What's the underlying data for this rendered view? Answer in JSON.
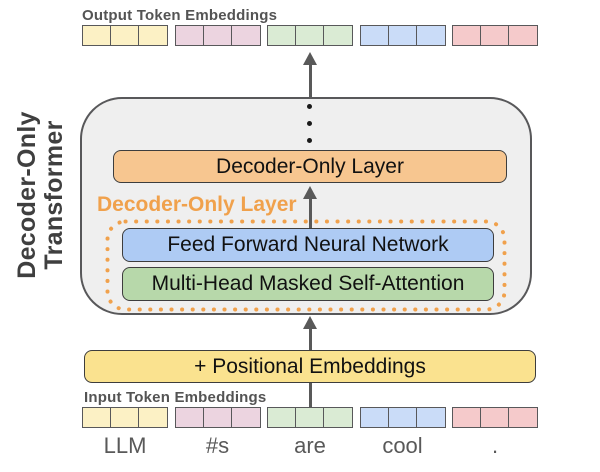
{
  "side_title": {
    "line1": "Decoder-Only",
    "line2": "Transformer"
  },
  "output_row": {
    "label": "Output Token Embeddings"
  },
  "input_row": {
    "label": "Input Token Embeddings"
  },
  "boxes": {
    "decoder_layer": "Decoder-Only Layer",
    "decoder_layer_callout": "Decoder-Only Layer",
    "ffn": "Feed Forward Neural Network",
    "attention": "Multi-Head Masked Self-Attention",
    "positional": "+ Positional Embeddings"
  },
  "token_groups": [
    {
      "name": "yellow",
      "color": "#FCF1C5",
      "word": "LLM"
    },
    {
      "name": "pink",
      "color": "#ECD4E0",
      "word": "#s"
    },
    {
      "name": "green",
      "color": "#DAEBD4",
      "word": "are"
    },
    {
      "name": "blue",
      "color": "#CADCF8",
      "word": "cool"
    },
    {
      "name": "red",
      "color": "#F5CACB",
      "word": "."
    }
  ],
  "cells_per_group": 3,
  "colors": {
    "accent_orange": "#F0A14C",
    "decoder_layer_fill": "#F7C690",
    "ffn_fill": "#AECBF4",
    "attention_fill": "#B7D8AA",
    "positional_fill": "#FAE28F",
    "container_fill": "#EFEFEF",
    "line": "#595959"
  }
}
